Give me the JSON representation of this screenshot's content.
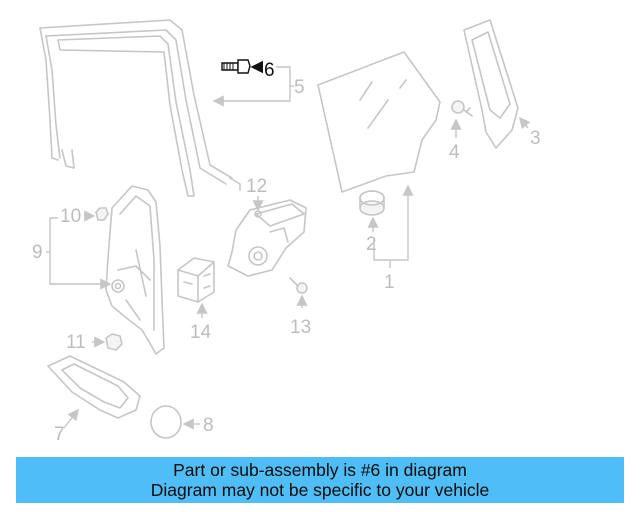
{
  "diagram": {
    "callouts": [
      "1",
      "2",
      "3",
      "4",
      "5",
      "6",
      "7",
      "8",
      "9",
      "10",
      "11",
      "12",
      "13",
      "14"
    ],
    "highlighted_part": "6"
  },
  "banner": {
    "line1": "Part or sub-assembly is #6 in diagram",
    "line2": "Diagram may not be specific to your vehicle",
    "background_color": "#4fbdf6"
  }
}
